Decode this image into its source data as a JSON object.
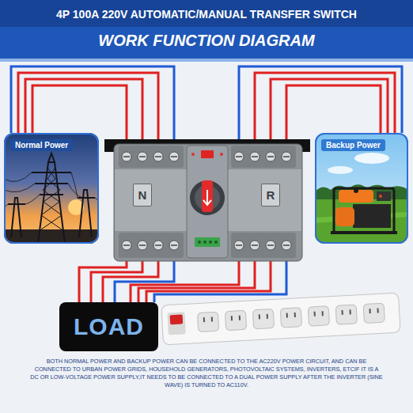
{
  "diagram": {
    "title": "4P 100A 220V AUTOMATIC/MANUAL TRANSFER SWITCH",
    "caption": "BOTH NORMAL POWER AND BACKUP POWER CAN BE CONNECTED TO THE AC220V POWER CIRCUIT, AND CAN BE CONNECTED TO URBAN POWER GRIDS, HOUSEHOLD GENERATORS, PHOTOVOLTAIC SYSTEMS, INVERTERS, ETCIF IT IS A DC OR LOW-VOLTAGE POWER SUPPLY,IT NEEDS TO BE CONNECTED TO A DUAL POWER SUPPLY AFTER THE INVERTER (SINE WAVE) IS TURNED TO AC110V.",
    "nodes": [
      {
        "text": [
          "Normal Power"
        ]
      },
      {
        "text": [
          "N"
        ]
      },
      {
        "text": [
          "R"
        ]
      },
      {
        "text": [
          "Backup Power"
        ]
      },
      {
        "text": [
          "LOAD"
        ]
      }
    ],
    "edges": [
      {
        "from": 0,
        "to": 1,
        "arrow": "none"
      },
      {
        "from": 3,
        "to": 2,
        "arrow": "none"
      },
      {
        "from": 1,
        "to": 4,
        "arrow": "none"
      },
      {
        "from": 2,
        "to": 4,
        "arrow": "none"
      }
    ],
    "labels": [
      "WORK FUNCTION DIAGRAM"
    ]
  }
}
